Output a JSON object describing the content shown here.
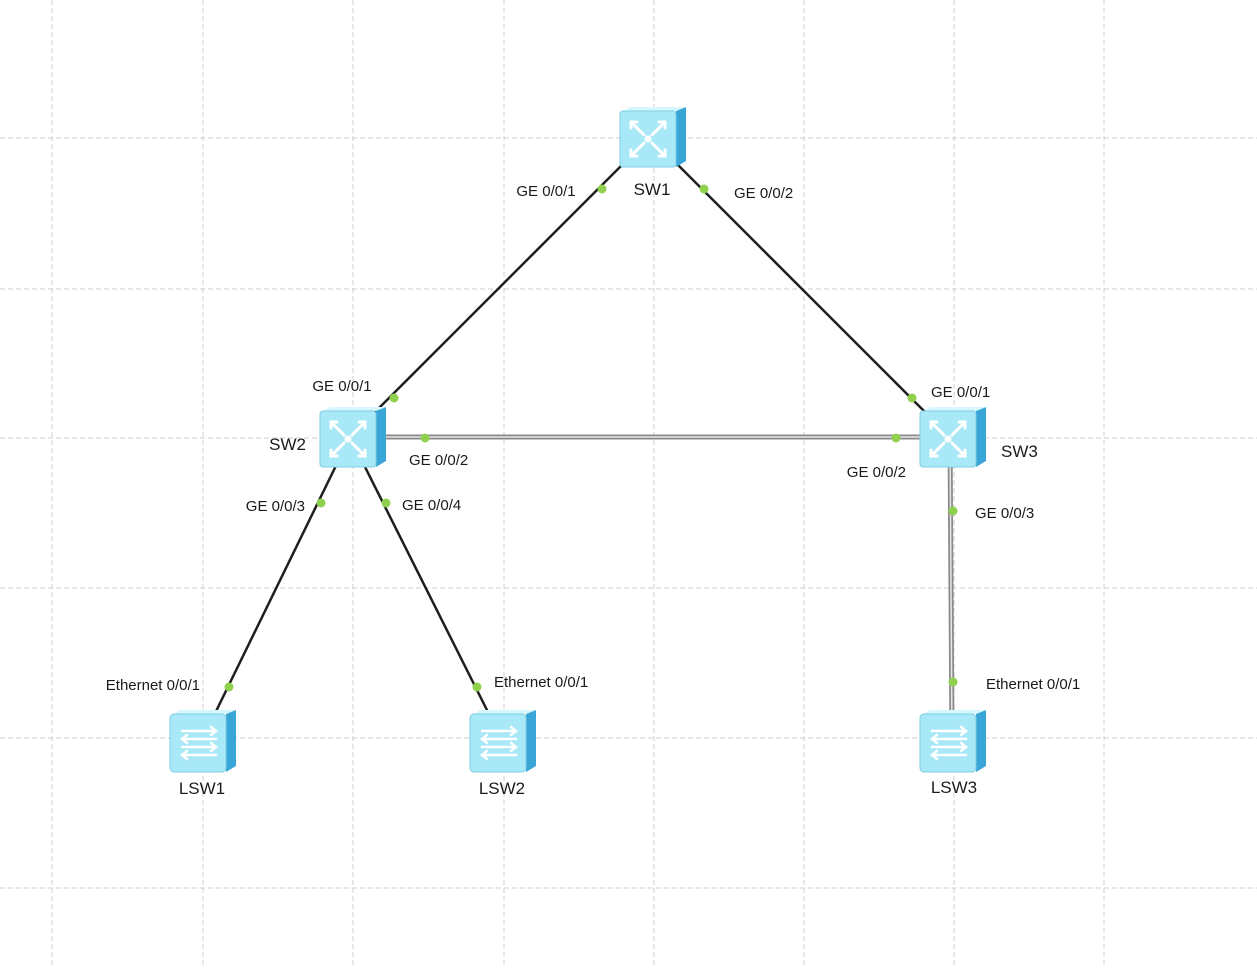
{
  "colors": {
    "background": "#ffffff",
    "grid": "#cfcfcf",
    "link_normal": "#1e1e1e",
    "link_blocked": "#8a8a8a",
    "port_up": "#8fd14f",
    "device_body": "#a9e9f7",
    "device_side": "#3aa6d8",
    "device_top": "#d6f7fd"
  },
  "devices": [
    {
      "id": "sw1",
      "label": "SW1",
      "kind": "core-switch",
      "icon": "layer3-switch-icon"
    },
    {
      "id": "sw2",
      "label": "SW2",
      "kind": "core-switch",
      "icon": "layer3-switch-icon"
    },
    {
      "id": "sw3",
      "label": "SW3",
      "kind": "core-switch",
      "icon": "layer3-switch-icon"
    },
    {
      "id": "lsw1",
      "label": "LSW1",
      "kind": "access-switch",
      "icon": "layer2-switch-icon"
    },
    {
      "id": "lsw2",
      "label": "LSW2",
      "kind": "access-switch",
      "icon": "layer2-switch-icon"
    },
    {
      "id": "lsw3",
      "label": "LSW3",
      "kind": "access-switch",
      "icon": "layer2-switch-icon"
    }
  ],
  "links": [
    {
      "from": "sw1",
      "to": "sw2",
      "from_port": "GE 0/0/1",
      "to_port": "GE 0/0/1",
      "style": "solid"
    },
    {
      "from": "sw1",
      "to": "sw3",
      "from_port": "GE 0/0/2",
      "to_port": "GE 0/0/1",
      "style": "solid"
    },
    {
      "from": "sw2",
      "to": "sw3",
      "from_port": "GE 0/0/2",
      "to_port": "GE 0/0/2",
      "style": "double"
    },
    {
      "from": "sw2",
      "to": "lsw1",
      "from_port": "GE 0/0/3",
      "to_port": "Ethernet 0/0/1",
      "style": "solid"
    },
    {
      "from": "sw2",
      "to": "lsw2",
      "from_port": "GE 0/0/4",
      "to_port": "Ethernet 0/0/1",
      "style": "solid"
    },
    {
      "from": "sw3",
      "to": "lsw3",
      "from_port": "GE 0/0/3",
      "to_port": "Ethernet 0/0/1",
      "style": "double"
    }
  ]
}
